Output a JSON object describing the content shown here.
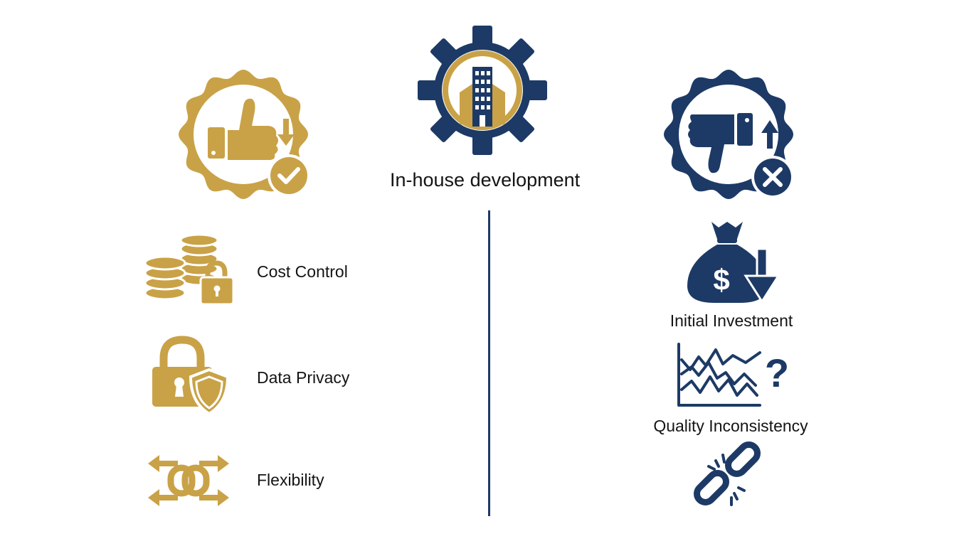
{
  "title": "In-house development",
  "colors": {
    "gold": "#c9a247",
    "navy": "#1d3a66",
    "text": "#141414",
    "background": "#ffffff"
  },
  "center_icon": "gear-building-icon",
  "pros": {
    "badge_icon": "thumbs-up-check-badge-icon",
    "items": [
      {
        "label": "Cost Control",
        "icon": "coins-lock-icon"
      },
      {
        "label": "Data Privacy",
        "icon": "padlock-shield-icon"
      },
      {
        "label": "Flexibility",
        "icon": "chain-arrows-icon"
      }
    ]
  },
  "cons": {
    "badge_icon": "thumbs-down-x-badge-icon",
    "items": [
      {
        "label": "Initial Investment",
        "icon": "money-bag-down-icon"
      },
      {
        "label": "Quality Inconsistency",
        "icon": "erratic-chart-question-icon"
      },
      {
        "label": "",
        "icon": "broken-chain-icon"
      }
    ]
  }
}
